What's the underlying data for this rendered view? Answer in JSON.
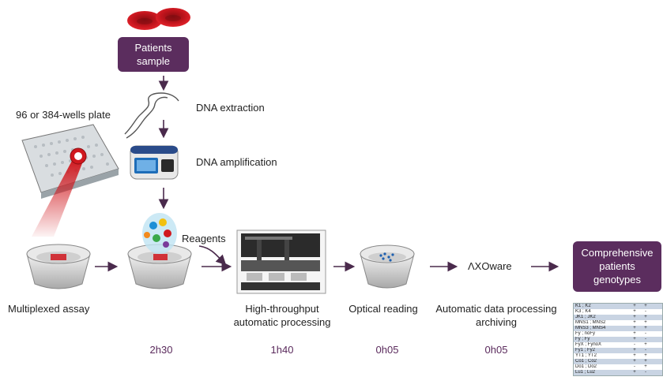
{
  "patients_box": {
    "line1": "Patients",
    "line2": "sample"
  },
  "labels": {
    "plate": "96 or 384-wells plate",
    "dna_extraction": "DNA extraction",
    "dna_amplification": "DNA amplification",
    "reagents": "Reagents",
    "axoware": "ΛXOware",
    "multiplexed": "Multiplexed assay",
    "high_throughput_1": "High-throughput",
    "high_throughput_2": "automatic processing",
    "optical_reading": "Optical reading",
    "data_processing_1": "Automatic data processing",
    "data_processing_2": "archiving"
  },
  "genotypes_box": {
    "line1": "Comprehensive",
    "line2": "patients",
    "line3": "genotypes"
  },
  "times": {
    "assay": "2h30",
    "processing": "1h40",
    "reading": "0h05",
    "archiving": "0h05"
  },
  "genotype_table": [
    {
      "name": "K1 ; K2",
      "a": "+",
      "b": "+"
    },
    {
      "name": "K3 ; K4",
      "a": "+",
      "b": "-"
    },
    {
      "name": "JK1 ; JK2",
      "a": "+",
      "b": "+"
    },
    {
      "name": "MNS1 ; MNS2",
      "a": "+",
      "b": "+"
    },
    {
      "name": "MNS3 ; MNS4",
      "a": "+",
      "b": "+"
    },
    {
      "name": "Fy ; noFy",
      "a": "+",
      "b": "-"
    },
    {
      "name": "Fy ; Fy",
      "a": "+",
      "b": "-"
    },
    {
      "name": "FyX ; FynoX",
      "a": "-",
      "b": "+"
    },
    {
      "name": "Fy1 ; Fy2",
      "a": "+",
      "b": "-"
    },
    {
      "name": "YT1 ; YT2",
      "a": "+",
      "b": "+"
    },
    {
      "name": "Co1 ; Co2",
      "a": "+",
      "b": "+"
    },
    {
      "name": "Do1 ; Do2",
      "a": "-",
      "b": "+"
    },
    {
      "name": "Lu1 ; Lu2",
      "a": "+",
      "b": "-"
    }
  ],
  "colors": {
    "accent": "#5b2d5e",
    "arrow": "#4a2a4c",
    "laser": "#d0181e",
    "blood": "#c0141c"
  }
}
